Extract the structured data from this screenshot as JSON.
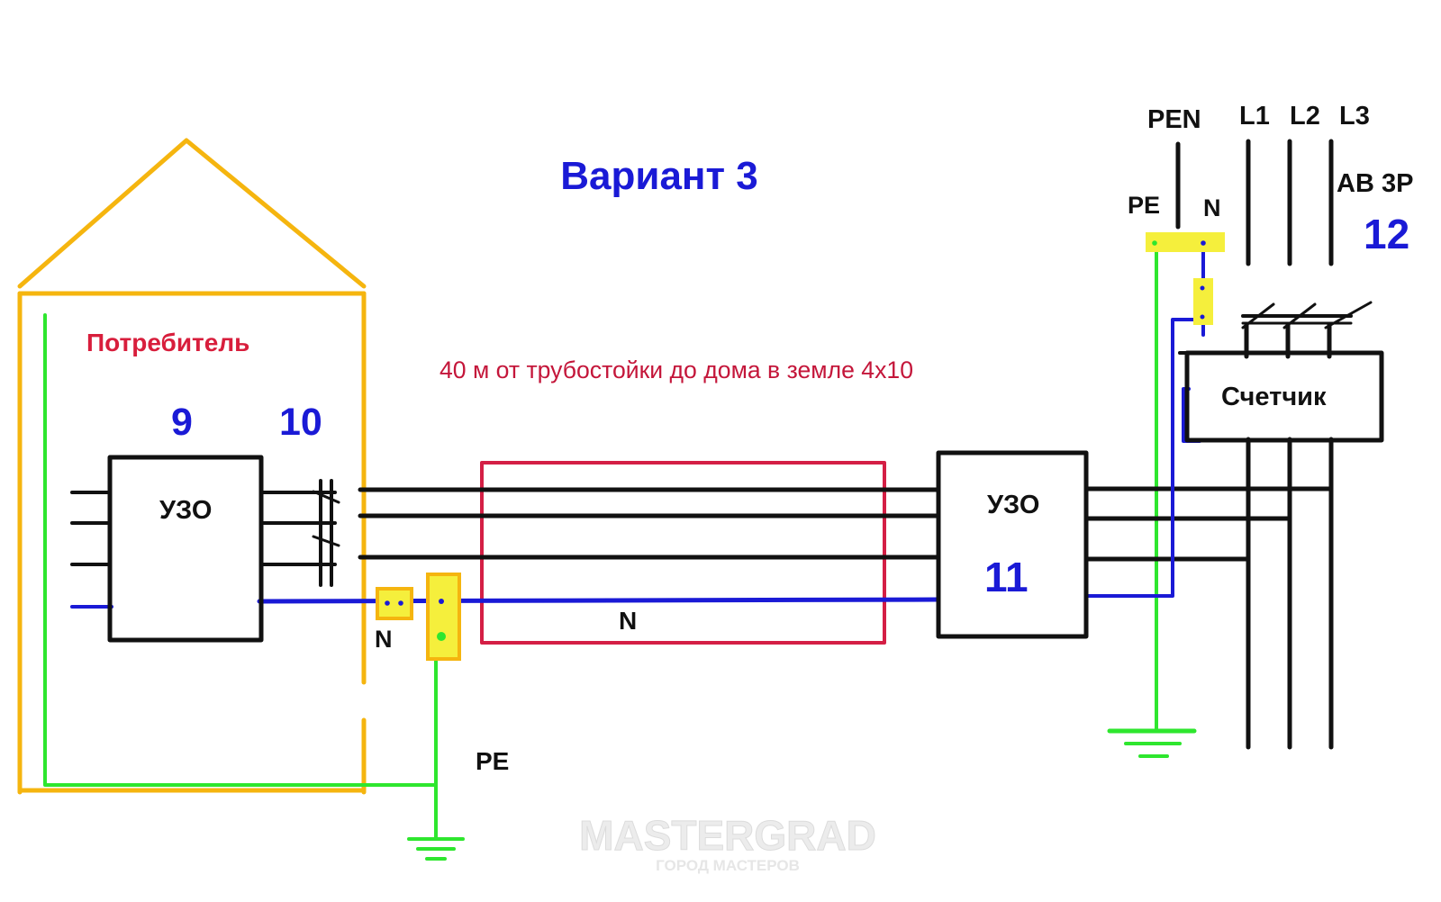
{
  "title": "Вариант 3",
  "consumer": {
    "label": "Потребитель",
    "num_left": "9",
    "num_right": "10"
  },
  "cable_note": "40 м от трубостойки до дома в земле 4х10",
  "rcd_house": {
    "label": "УЗО"
  },
  "rcd_pole": {
    "label": "УЗО",
    "number": "11"
  },
  "meter": {
    "label": "Счетчик"
  },
  "breaker": {
    "label": "АВ 3Р",
    "number": "12"
  },
  "supply": {
    "pen": "PEN",
    "l1": "L1",
    "l2": "L2",
    "l3": "L3",
    "pe": "PE",
    "n": "N"
  },
  "house_n_label": "N",
  "cable_n_label": "N",
  "house_pe_label": "PE",
  "watermark": {
    "brand": "MASTERGRAD",
    "tagline": "ГОРОД МАСТЕРОВ"
  },
  "colors": {
    "house": "#f5b50f",
    "phase": "#111111",
    "neutral": "#1a1ad6",
    "pe": "#2ee62e",
    "cable_sheath": "#d41f45",
    "terminal": "#f5ef3c"
  }
}
